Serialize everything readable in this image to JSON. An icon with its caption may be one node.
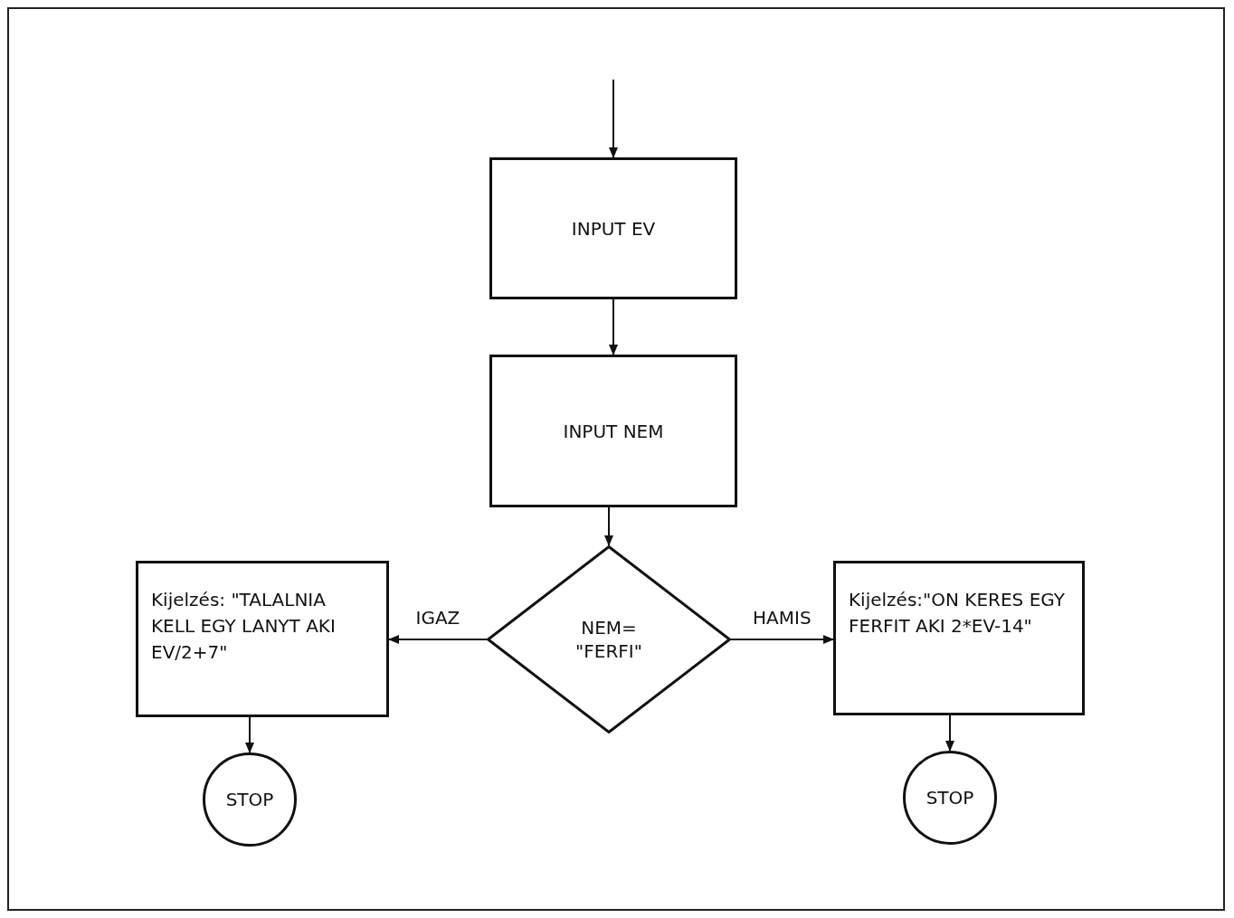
{
  "diagram": {
    "nodes": [
      {
        "text": [
          "INPUT EV"
        ]
      },
      {
        "text": [
          "INPUT NEM"
        ]
      },
      {
        "text": [
          "NEM= \"FERFI\""
        ]
      },
      {
        "text": [
          "Kijelzés: \"TALALNIA KELL EGY LANYT AKI EV/2+7\""
        ]
      },
      {
        "text": [
          "Kijelzés:\"ON KERES EGY FERFIT AKI 2*EV-14\""
        ]
      },
      {
        "text": [
          "STOP"
        ]
      },
      {
        "text": [
          "STOP"
        ]
      }
    ],
    "edges": [
      {
        "from": null,
        "to": 0,
        "arrow": "to"
      },
      {
        "from": 0,
        "to": 1,
        "arrow": "to"
      },
      {
        "from": 1,
        "to": 2,
        "arrow": "to"
      },
      {
        "from": 2,
        "to": 3,
        "arrow": "to",
        "label": "IGAZ"
      },
      {
        "from": 2,
        "to": 4,
        "arrow": "to",
        "label": "HAMIS"
      },
      {
        "from": 3,
        "to": 5,
        "arrow": "to"
      },
      {
        "from": 4,
        "to": 6,
        "arrow": "to"
      }
    ]
  }
}
